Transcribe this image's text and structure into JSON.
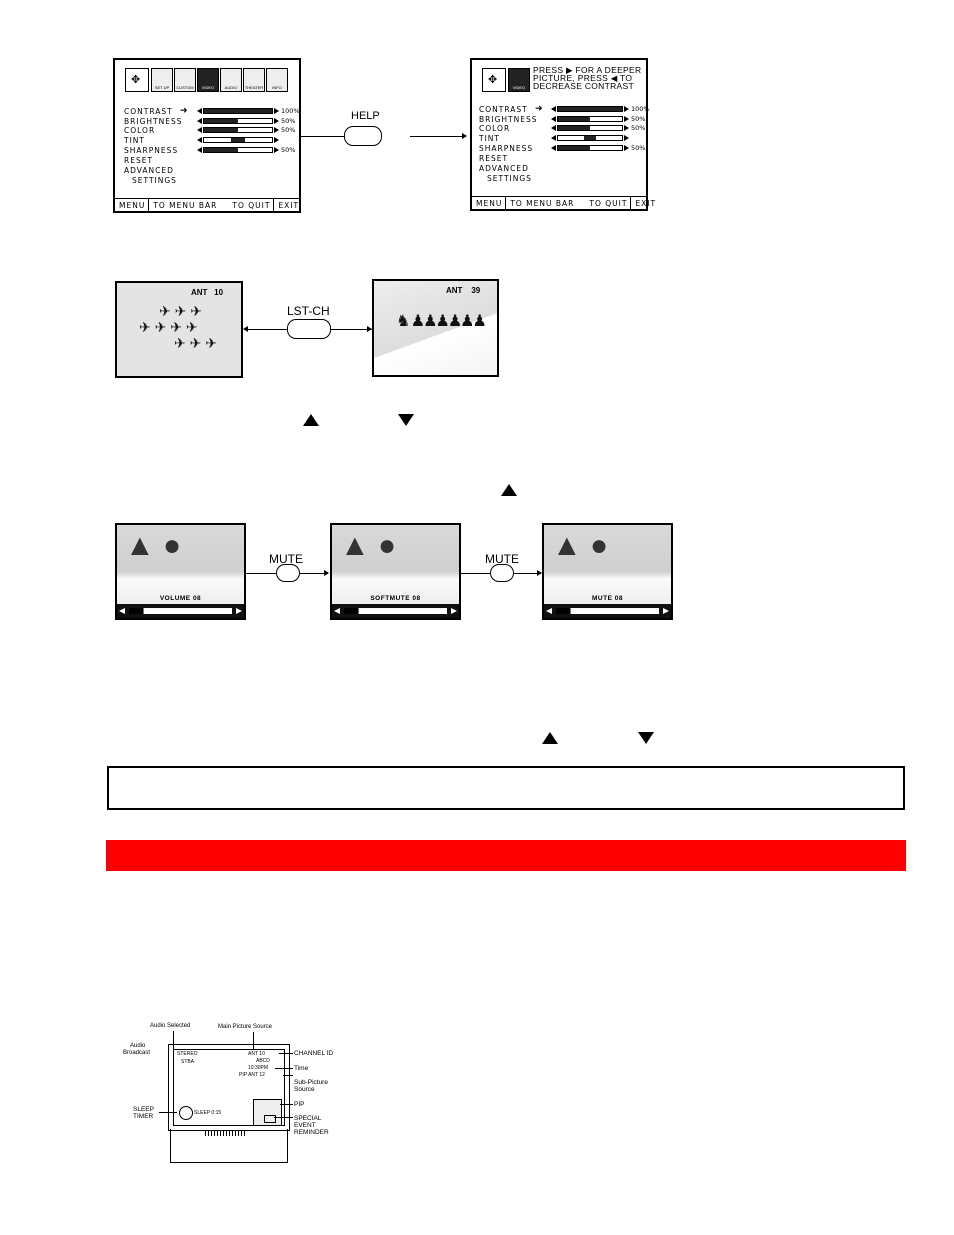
{
  "menu1": {
    "tabs": [
      "",
      "SET UP",
      "CUSTOM",
      "VIDEO",
      "AUDIO",
      "THEATER",
      "INFO"
    ],
    "items": [
      {
        "label": "CONTRAST",
        "value": "100%",
        "level": 1.0
      },
      {
        "label": "BRIGHTNESS",
        "value": "50%",
        "level": 0.5
      },
      {
        "label": "COLOR",
        "value": "50%",
        "level": 0.5
      },
      {
        "label": "TINT",
        "value": "",
        "level": 0.5
      },
      {
        "label": "SHARPNESS",
        "value": "50%",
        "level": 0.5
      }
    ],
    "reset": "RESET",
    "advanced_1": "ADVANCED",
    "advanced_2": "SETTINGS",
    "footer": [
      "MENU",
      "TO MENU BAR",
      "TO QUIT",
      "EXIT"
    ]
  },
  "help_button": "HELP",
  "menu2": {
    "tab_label": "VIDEO",
    "help_text_1": "PRESS ▶ FOR A DEEPER",
    "help_text_2": "PICTURE, PRESS ◀ TO",
    "help_text_3": "DECREASE CONTRAST",
    "items": [
      {
        "label": "CONTRAST",
        "value": "100%",
        "level": 1.0
      },
      {
        "label": "BRIGHTNESS",
        "value": "50%",
        "level": 0.5
      },
      {
        "label": "COLOR",
        "value": "50%",
        "level": 0.5
      },
      {
        "label": "TINT",
        "value": "",
        "level": 0.5
      },
      {
        "label": "SHARPNESS",
        "value": "50%",
        "level": 0.5
      }
    ],
    "reset": "RESET",
    "advanced_1": "ADVANCED",
    "advanced_2": "SETTINGS",
    "footer": [
      "MENU",
      "TO MENU BAR",
      "TO QUIT",
      "EXIT"
    ]
  },
  "lstch": {
    "button": "LST-CH",
    "left_ant": "ANT",
    "left_ch": "10",
    "right_ant": "ANT",
    "right_ch": "39"
  },
  "mute": {
    "button": "MUTE",
    "screens": [
      {
        "label": "VOLUME 08",
        "level": 0.14
      },
      {
        "label": "SOFTMUTE 08",
        "level": 0.14
      },
      {
        "label": "MUTE 08",
        "level": 0.14
      }
    ]
  },
  "colors": {
    "banner": "#ff0000"
  },
  "diagram": {
    "audio_selected": "Audio Selected",
    "main_source": "Main Picture Source",
    "audio_broadcast_1": "Audio",
    "audio_broadcast_2": "Broadcast",
    "stereo": "STEREO",
    "stba": "STBA",
    "ant10": "ANT  10",
    "abcd": "ABCD",
    "time_val": "10:30PM",
    "pip_ant": "PIP ANT  12",
    "sleep_val": "SLEEP 0:15",
    "channel_id": "CHANNEL ID",
    "time": "Time",
    "sub_1": "Sub-Picture",
    "sub_2": "Source",
    "pip": "PIP",
    "special_1": "SPECIAL",
    "special_2": "EVENT",
    "special_3": "REMINDER",
    "sleep_1": "SLEEP",
    "sleep_2": "TIMER"
  }
}
